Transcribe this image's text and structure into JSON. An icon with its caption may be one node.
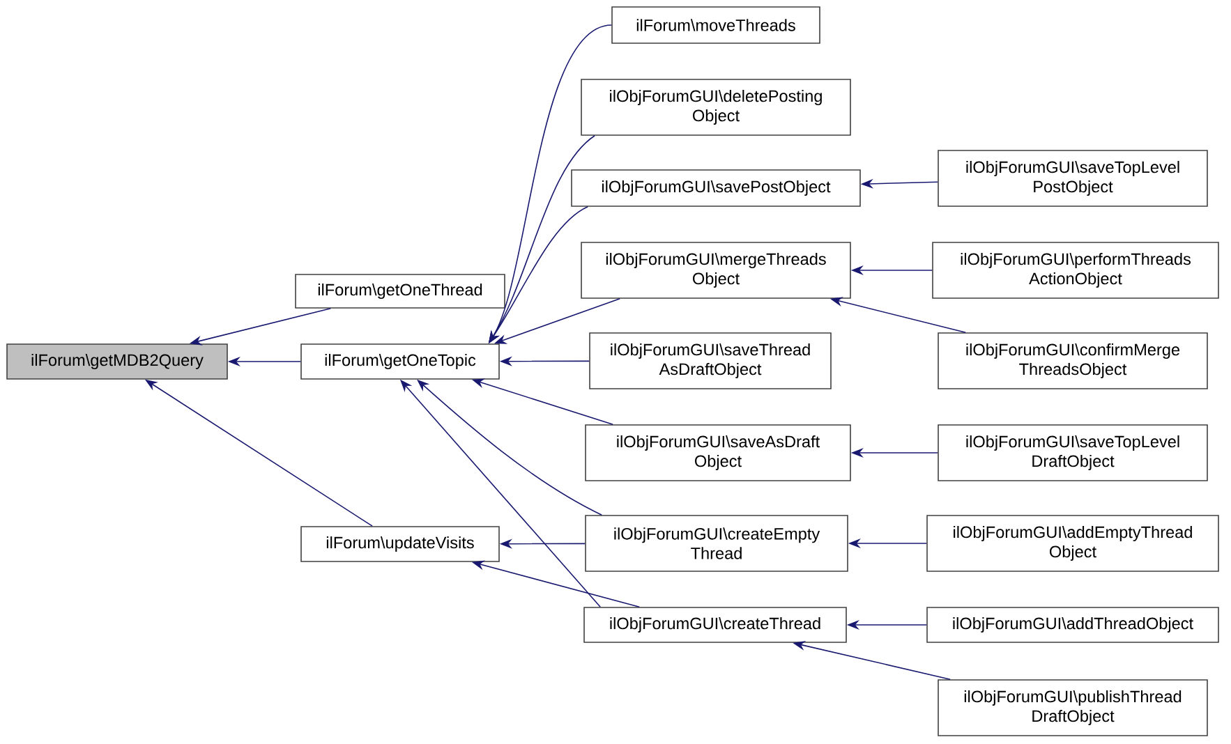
{
  "diagram": {
    "nodes": [
      {
        "text": [
          "ilForum\\getMDB2Query"
        ]
      },
      {
        "text": [
          "ilForum\\getOneThread"
        ]
      },
      {
        "text": [
          "ilForum\\getOneTopic"
        ]
      },
      {
        "text": [
          "ilForum\\updateVisits"
        ]
      },
      {
        "text": [
          "ilForum\\moveThreads"
        ]
      },
      {
        "text": [
          "ilObjForumGUI\\deletePosting Object"
        ]
      },
      {
        "text": [
          "ilObjForumGUI\\savePostObject"
        ]
      },
      {
        "text": [
          "ilObjForumGUI\\mergeThreads Object"
        ]
      },
      {
        "text": [
          "ilObjForumGUI\\saveThread AsDraftObject"
        ]
      },
      {
        "text": [
          "ilObjForumGUI\\saveAsDraft Object"
        ]
      },
      {
        "text": [
          "ilObjForumGUI\\createEmpty Thread"
        ]
      },
      {
        "text": [
          "ilObjForumGUI\\createThread"
        ]
      },
      {
        "text": [
          "ilObjForumGUI\\saveTopLevel PostObject"
        ]
      },
      {
        "text": [
          "ilObjForumGUI\\performThreads ActionObject"
        ]
      },
      {
        "text": [
          "ilObjForumGUI\\confirmMerge ThreadsObject"
        ]
      },
      {
        "text": [
          "ilObjForumGUI\\saveTopLevel DraftObject"
        ]
      },
      {
        "text": [
          "ilObjForumGUI\\addEmptyThread Object"
        ]
      },
      {
        "text": [
          "ilObjForumGUI\\addThreadObject"
        ]
      },
      {
        "text": [
          "ilObjForumGUI\\publishThread DraftObject"
        ]
      }
    ],
    "edges": [
      {
        "from": 1,
        "to": 0,
        "arrow": "to"
      },
      {
        "from": 2,
        "to": 0,
        "arrow": "to"
      },
      {
        "from": 3,
        "to": 0,
        "arrow": "to"
      },
      {
        "from": 4,
        "to": 2,
        "arrow": "to"
      },
      {
        "from": 5,
        "to": 2,
        "arrow": "to"
      },
      {
        "from": 6,
        "to": 2,
        "arrow": "to"
      },
      {
        "from": 7,
        "to": 2,
        "arrow": "to"
      },
      {
        "from": 8,
        "to": 2,
        "arrow": "to"
      },
      {
        "from": 9,
        "to": 2,
        "arrow": "to"
      },
      {
        "from": 10,
        "to": 2,
        "arrow": "to"
      },
      {
        "from": 11,
        "to": 2,
        "arrow": "to"
      },
      {
        "from": 10,
        "to": 3,
        "arrow": "to"
      },
      {
        "from": 11,
        "to": 3,
        "arrow": "to"
      },
      {
        "from": 12,
        "to": 6,
        "arrow": "to"
      },
      {
        "from": 13,
        "to": 7,
        "arrow": "to"
      },
      {
        "from": 14,
        "to": 7,
        "arrow": "to"
      },
      {
        "from": 15,
        "to": 9,
        "arrow": "to"
      },
      {
        "from": 16,
        "to": 10,
        "arrow": "to"
      },
      {
        "from": 17,
        "to": 11,
        "arrow": "to"
      },
      {
        "from": 18,
        "to": 11,
        "arrow": "to"
      }
    ]
  }
}
